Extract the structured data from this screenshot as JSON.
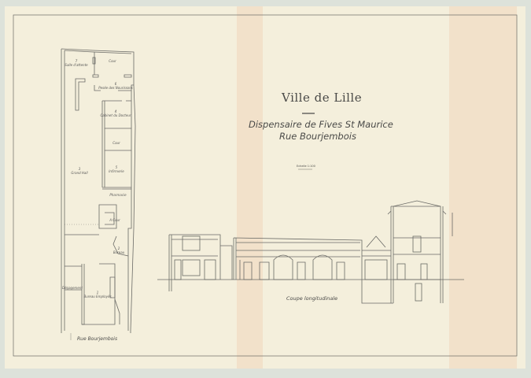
{
  "title": {
    "city": "Ville de Lille",
    "subtitle": "Dispensaire de Fives St Maurice",
    "street": "Rue Bourjembois",
    "scale": "Echelle 1:100"
  },
  "plan": {
    "street_label": "Rue Bourjembois",
    "rooms": [
      {
        "number": "7",
        "name": "Salle d'attente"
      },
      {
        "number": "",
        "name": "Cour"
      },
      {
        "number": "6",
        "name": "Pesée des Nourissons"
      },
      {
        "number": "4",
        "name": "Cabinet du Docteur"
      },
      {
        "number": "",
        "name": "Cour"
      },
      {
        "number": "5",
        "name": "Infirmerie"
      },
      {
        "number": "3",
        "name": "Grand Hall"
      },
      {
        "number": "",
        "name": "Pharmacie"
      },
      {
        "number": "A",
        "name": "Cour"
      },
      {
        "number": "2",
        "name": "Bureau"
      },
      {
        "number": "",
        "name": "Dégagement"
      },
      {
        "number": "1",
        "name": "Bureau Employés"
      }
    ]
  },
  "section": {
    "label": "Coupe longitudinale"
  },
  "colors": {
    "paper": "#f4efdc",
    "ink": "#5a5a58",
    "background": "#dde2da",
    "stain": "#f1dcc4"
  }
}
